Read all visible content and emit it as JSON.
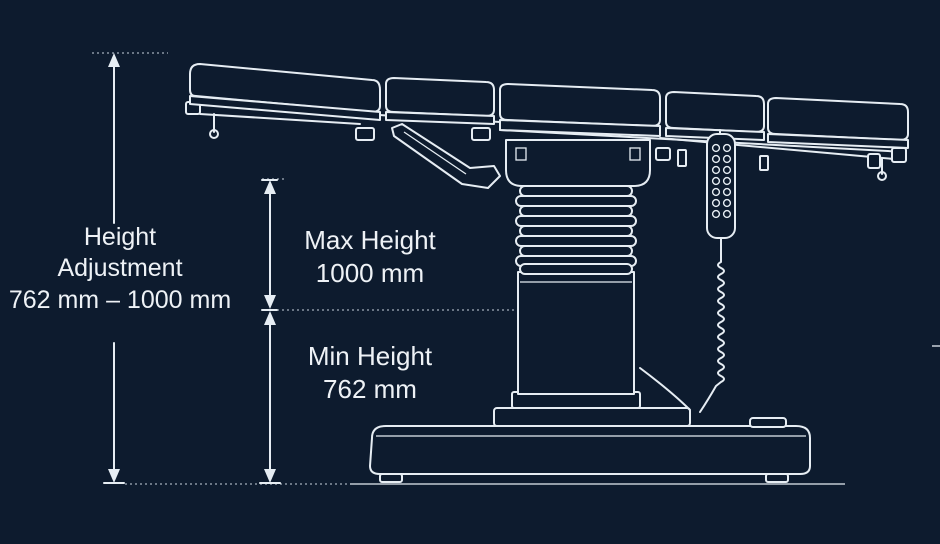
{
  "labels": {
    "height_adjustment": {
      "line1": "Height",
      "line2": "Adjustment",
      "line3": "762 mm – 1000 mm"
    },
    "max_height": {
      "line1": "Max Height",
      "line2": "1000 mm"
    },
    "min_height": {
      "line1": "Min Height",
      "line2": "762 mm"
    }
  },
  "colors": {
    "background": "#0d1b2e",
    "line": "#e6edf3",
    "text": "#eef2f6"
  },
  "icons": {
    "table": "operating-table-line-drawing",
    "remote": "hand-control-remote"
  }
}
